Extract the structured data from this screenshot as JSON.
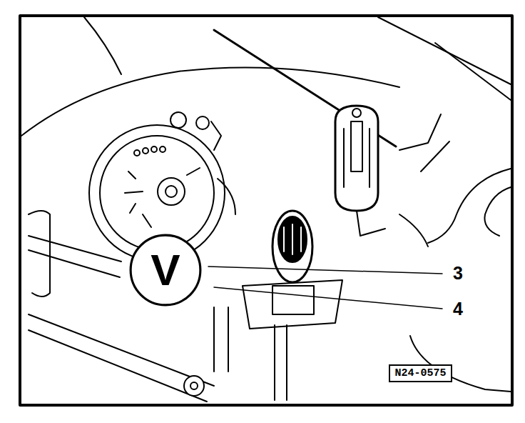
{
  "diagram": {
    "nodes": [
      {
        "text": [
          "V"
        ]
      },
      {
        "text": [
          "N24-0575"
        ]
      }
    ],
    "labels": [
      "3",
      "4"
    ]
  }
}
